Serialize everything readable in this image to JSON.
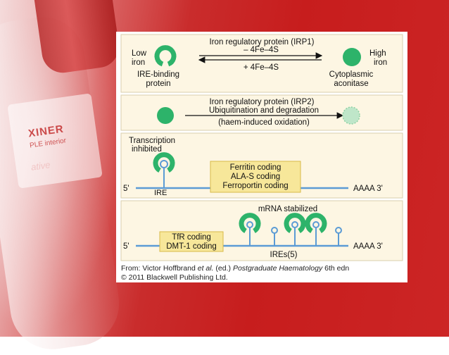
{
  "background": {
    "tube_label_line1": "XINER",
    "tube_label_line2": "PLE interior",
    "tube_label_line3": "ative"
  },
  "panel1": {
    "title": "Iron regulatory protein (IRP1)",
    "low_iron": [
      "Low",
      "iron"
    ],
    "high_iron": [
      "High",
      "iron"
    ],
    "arrow_top": "– 4Fe–4S",
    "arrow_bottom": "+ 4Fe–4S",
    "left_label": [
      "IRE-binding",
      "protein"
    ],
    "right_label": [
      "Cytoplasmic",
      "aconitase"
    ]
  },
  "panel2": {
    "title": "Iron regulatory protein (IRP2)",
    "arrow_top": "Ubiquitination and degradation",
    "arrow_bottom": "(haem-induced oxidation)"
  },
  "panel3": {
    "status": [
      "Transcription",
      "inhibited"
    ],
    "coding": [
      "Ferritin coding",
      "ALA-S coding",
      "Ferroportin coding"
    ],
    "five_prime": "5'",
    "three_prime": "AAAA  3'",
    "ire": "IRE"
  },
  "panel4": {
    "status": "mRNA stabilized",
    "coding": [
      "TfR coding",
      "DMT-1 coding"
    ],
    "five_prime": "5'",
    "three_prime": "AAAA  3'",
    "ires": "IREs(5)"
  },
  "citation": {
    "prefix": "From: Victor Hoffbrand ",
    "etal": "et al.",
    "middle": " (ed.) ",
    "book": "Postgraduate Haematology",
    "suffix": " 6th edn",
    "line2": "© 2011 Blackwell Publishing Ltd."
  },
  "colors": {
    "panel_bg": "#fdf6e3",
    "panel_border": "#d9cfae",
    "green": "#2db36a",
    "coding_box": "#f7e79a",
    "mrna_line": "#5b9bd5"
  }
}
